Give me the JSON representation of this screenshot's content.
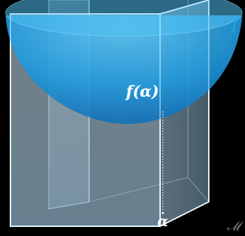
{
  "diagram": {
    "labels": [
      "f",
      "f(α)",
      "α",
      "ℳ"
    ]
  }
}
